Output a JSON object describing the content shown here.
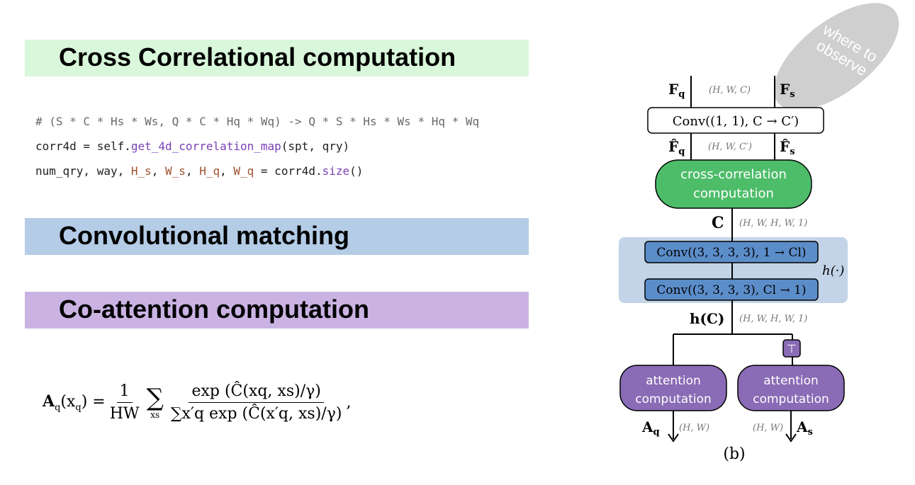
{
  "sections": {
    "cross_title": "Cross Correlational  computation",
    "conv_title": "Convolutional matching",
    "coatt_title": "Co-attention computation"
  },
  "colors": {
    "cross_band": "#d9f7da",
    "conv_band": "#b4cce6",
    "coatt_band": "#cab3e3",
    "green_node": "#4ebd6a",
    "blue_node": "#5b8dc9",
    "purple_node": "#8a6bb5",
    "highlight_region": "#c4d4e8"
  },
  "code": {
    "comment": "# (S * C * Hs * Ws, Q * C * Hq * Wq) -> Q * S * Hs * Ws * Hq * Wq",
    "line2_a": "corr4d = self.",
    "line2_fn": "get_4d_correlation_map",
    "line2_b": "(spt, qry)",
    "line3_a": "num_qry, way, ",
    "line3_v1": "H_s",
    "line3_c1": ", ",
    "line3_v2": "W_s",
    "line3_c2": ", ",
    "line3_v3": "H_q",
    "line3_c3": ", ",
    "line3_v4": "W_q",
    "line3_b": " = corr4d.",
    "line3_fn": "size",
    "line3_c": "()"
  },
  "formula": {
    "lhs": "A",
    "lhs_sub": "q",
    "lhs_arg": "(x",
    "lhs_arg_sub": "q",
    "lhs_close": ") =",
    "frac1_num": "1",
    "frac1_den": "HW",
    "sum_sym": "∑",
    "sum_sub": "xs",
    "frac2_num": "exp (Ĉ(xq, xs)/γ)",
    "frac2_den": "∑x′q exp (Ĉ(x′q, xs)/γ)",
    "tail": ","
  },
  "badge": "where to observe",
  "diagram": {
    "fq": "F",
    "fq_sub": "q",
    "fs": "F",
    "fs_sub": "s",
    "dim_top": "(H, W, C)",
    "conv1": "Conv((1, 1), C → C′)",
    "fq_hat": "F̂",
    "fs_hat": "F̂",
    "dim_mid": "(H, W, C′)",
    "green_line1": "cross-correlation",
    "green_line2": "computation",
    "c_label": "C",
    "dim_c": "(H, W, H, W, 1)",
    "conv4d_1": "Conv((3, 3, 3, 3), 1 → Cl)",
    "conv4d_2": "Conv((3, 3, 3, 3), Cl → 1)",
    "h_dot": "h(·)",
    "hc_label": "h(C)",
    "dim_hc": "(H, W, H, W, 1)",
    "transpose": "⊤",
    "att1_line1": "attention",
    "att1_line2": "computation",
    "att2_line1": "attention",
    "att2_line2": "computation",
    "aq": "A",
    "aq_sub": "q",
    "as": "A",
    "as_sub": "s",
    "dim_aq": "(H, W)",
    "dim_as": "(H, W)",
    "caption": "(b)"
  }
}
